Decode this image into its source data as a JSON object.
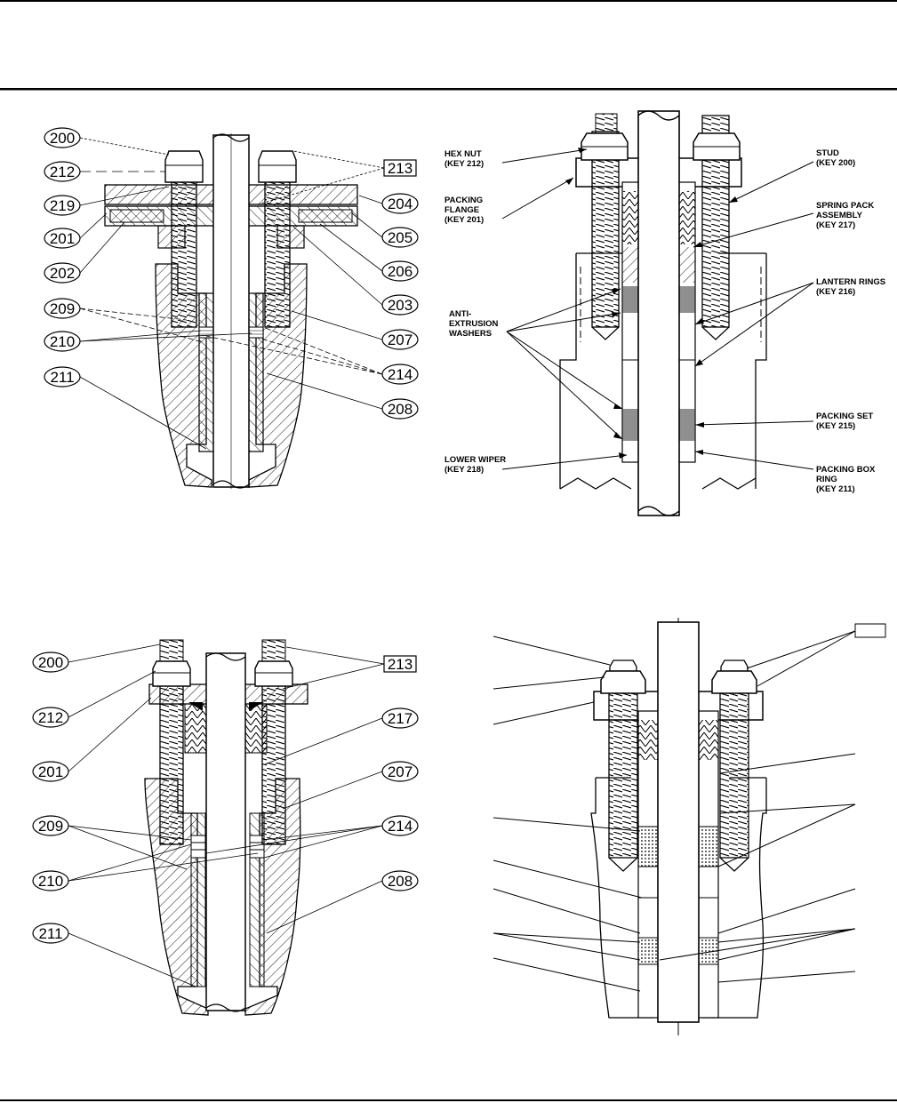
{
  "figures": [
    {
      "name": "fig-top-left",
      "callouts_left": [
        "200",
        "212",
        "219",
        "201",
        "202",
        "209",
        "210",
        "211"
      ],
      "callouts_right": [
        "213",
        "204",
        "205",
        "206",
        "203",
        "207",
        "214",
        "208"
      ]
    },
    {
      "name": "fig-top-right",
      "labels": {
        "hex_nut": [
          "HEX NUT",
          "(KEY 212)"
        ],
        "packing_flange": [
          "PACKING",
          "FLANGE",
          "(KEY 201)"
        ],
        "anti_extrusion": [
          "ANTI-",
          "EXTRUSION",
          "WASHERS"
        ],
        "lower_wiper": [
          "LOWER WIPER",
          "(KEY 218)"
        ],
        "stud": [
          "STUD",
          "(KEY 200)"
        ],
        "spring_pack": [
          "SPRING PACK",
          "ASSEMBLY",
          "(KEY 217)"
        ],
        "lantern_rings": [
          "LANTERN RINGS",
          "(KEY 216)"
        ],
        "packing_set": [
          "PACKING SET",
          "(KEY 215)"
        ],
        "packing_box_ring": [
          "PACKING BOX",
          "RING",
          "(KEY 211)"
        ]
      }
    },
    {
      "name": "fig-bottom-left",
      "callouts_left": [
        "200",
        "212",
        "201",
        "209",
        "210",
        "211"
      ],
      "callouts_right": [
        "213",
        "217",
        "207",
        "214",
        "208"
      ]
    },
    {
      "name": "fig-bottom-right",
      "callouts": []
    }
  ]
}
